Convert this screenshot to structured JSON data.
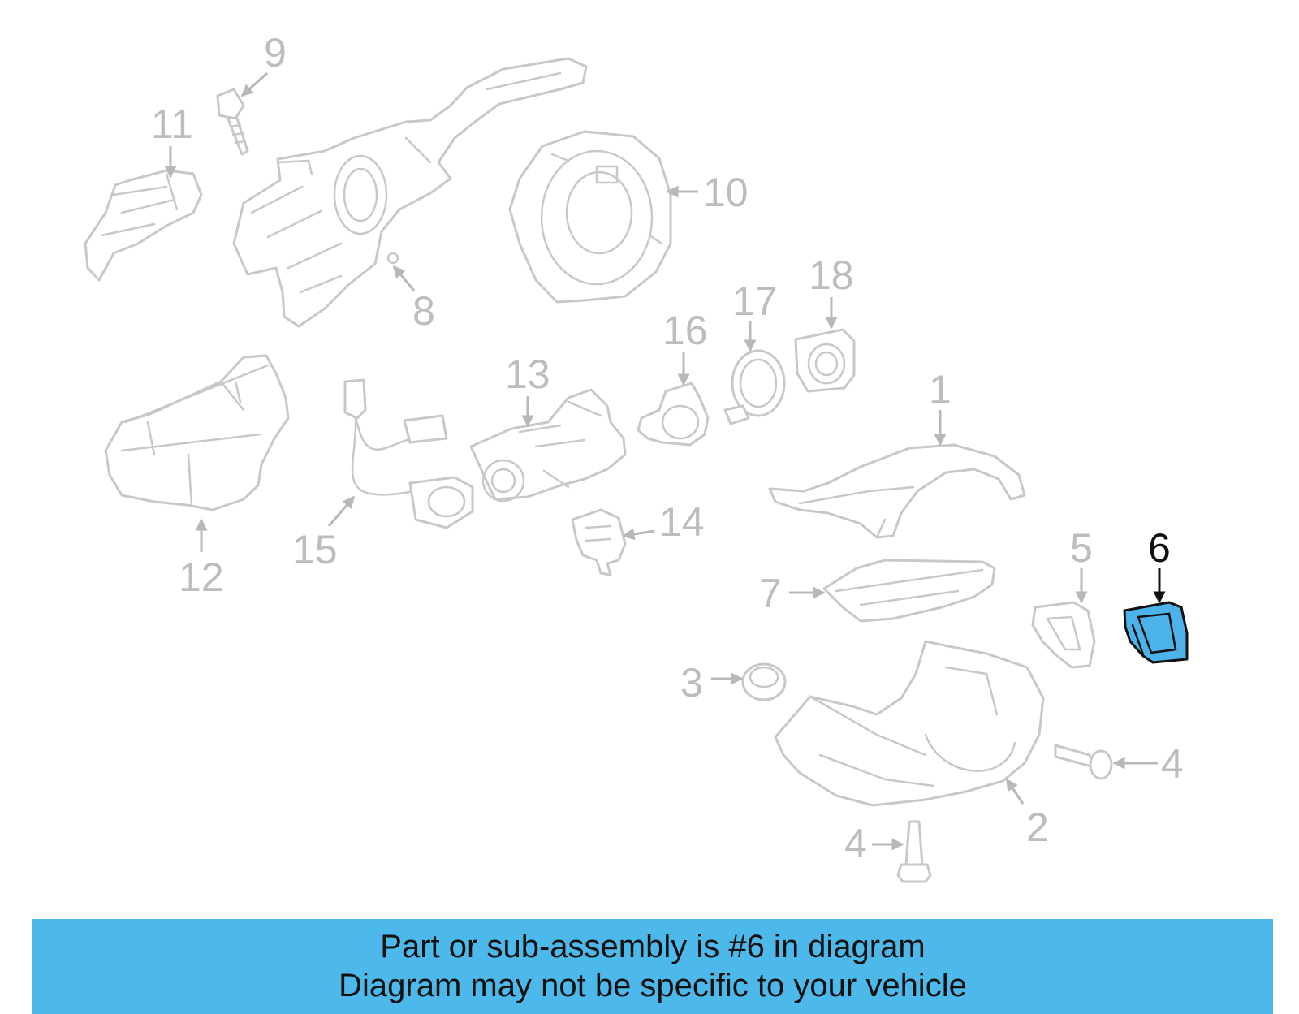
{
  "diagram": {
    "callouts": {
      "p1": "1",
      "p2": "2",
      "p3": "3",
      "p4a": "4",
      "p4b": "4",
      "p5": "5",
      "p6": "6",
      "p7": "7",
      "p8": "8",
      "p9": "9",
      "p10": "10",
      "p11": "11",
      "p12": "12",
      "p13": "13",
      "p14": "14",
      "p15": "15",
      "p16": "16",
      "p17": "17",
      "p18": "18"
    },
    "highlighted_part": "6",
    "colors": {
      "highlight_fill": "#4bb3ea",
      "inactive_outline": "#c8c8c8",
      "banner_background": "#4db8ea"
    }
  },
  "banner": {
    "line1": "Part or sub-assembly is #6 in diagram",
    "line2": "Diagram may not be specific to your vehicle"
  }
}
